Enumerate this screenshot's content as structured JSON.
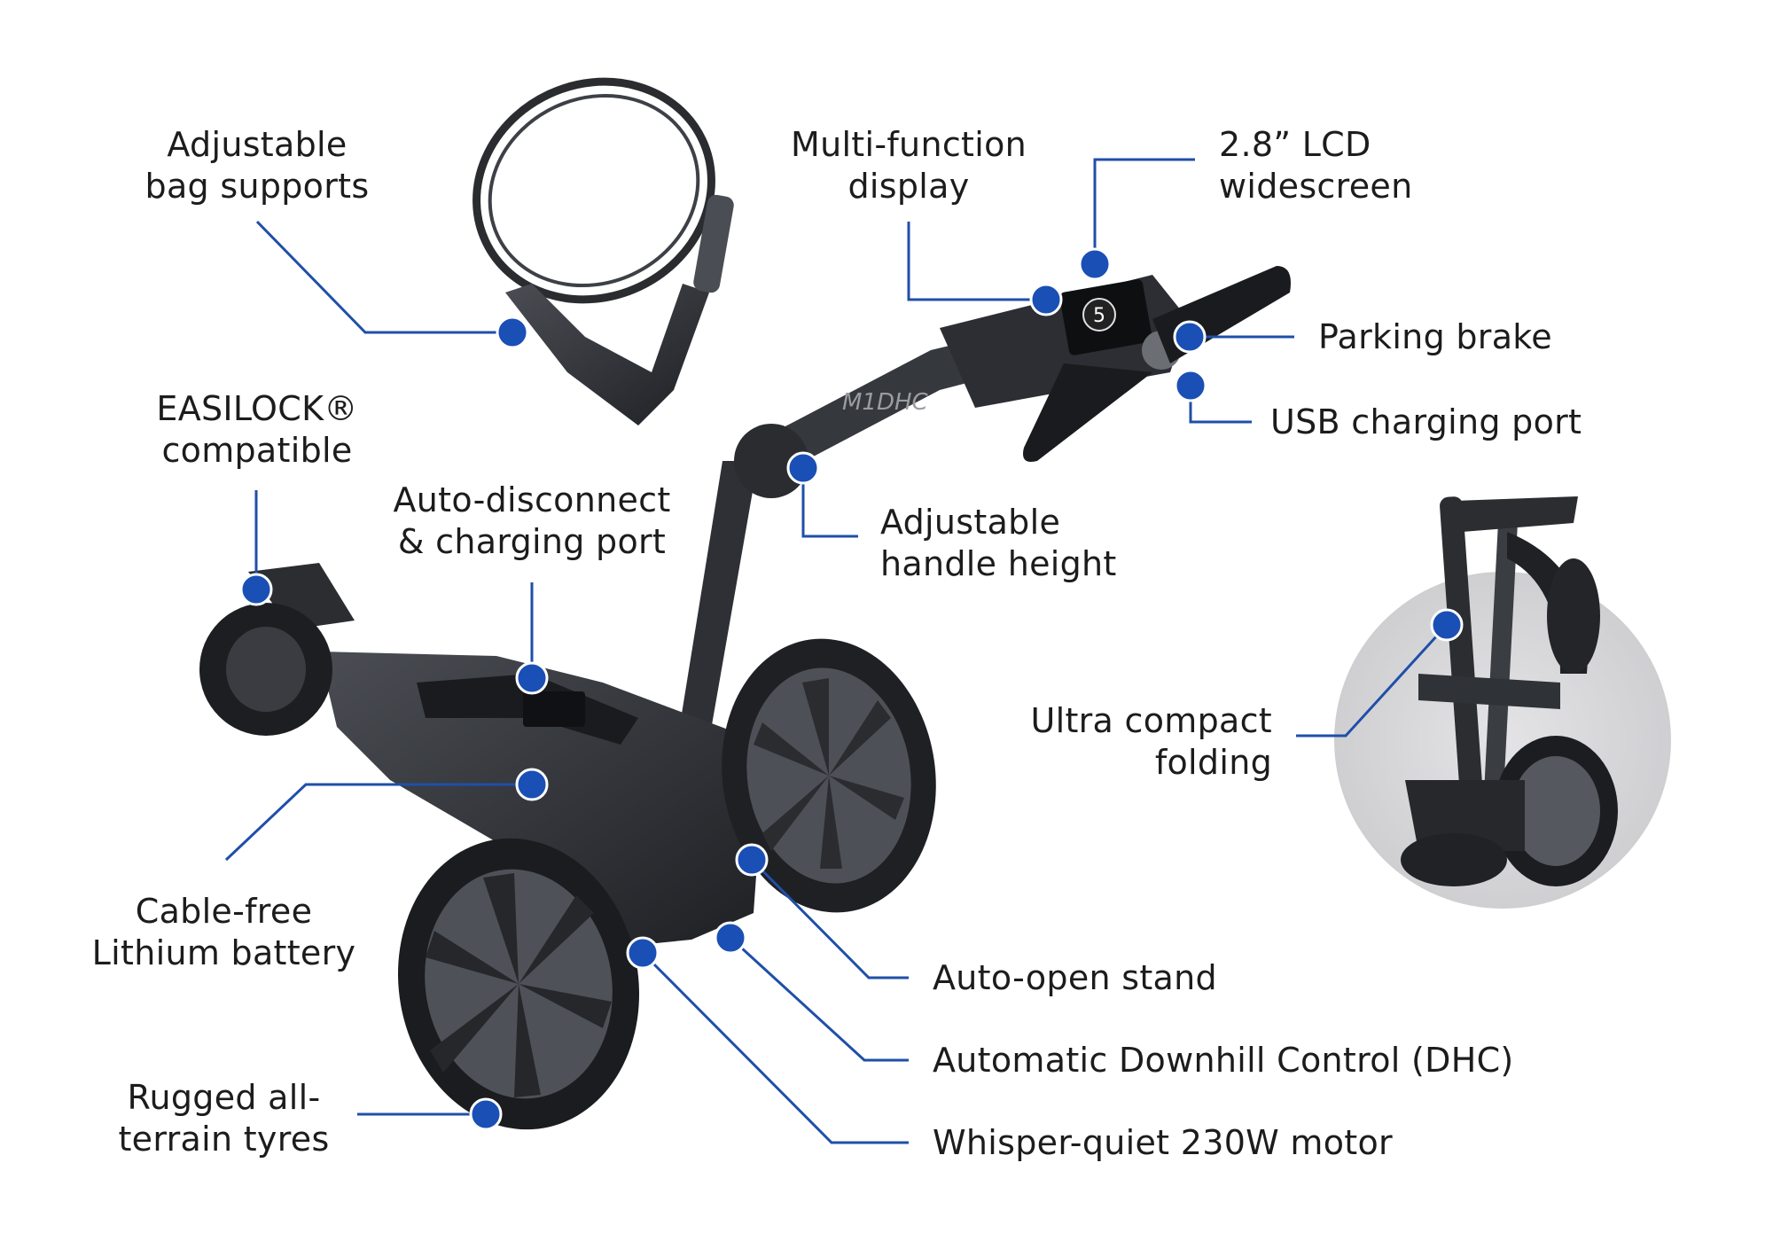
{
  "colors": {
    "callout": "#1f4fa8",
    "dot": "#1a4fb5",
    "product": "#2a2c30",
    "fold_circle": "#d9d9db"
  },
  "product": {
    "model_badge": "M1DHC",
    "display_number": "5"
  },
  "labels": {
    "bag_supports": [
      "Adjustable",
      "bag supports"
    ],
    "multi_display": [
      "Multi-function",
      "display"
    ],
    "lcd": [
      "2.8” LCD",
      "widescreen"
    ],
    "parking_brake": [
      "Parking brake"
    ],
    "usb_port": [
      "USB charging port"
    ],
    "easilock": [
      "EASILOCK®",
      "compatible"
    ],
    "auto_disconnect": [
      "Auto-disconnect",
      "& charging port"
    ],
    "handle_height": [
      "Adjustable",
      "handle height"
    ],
    "compact_folding": [
      "Ultra compact",
      "folding"
    ],
    "battery": [
      "Cable-free",
      "Lithium battery"
    ],
    "auto_stand": [
      "Auto-open stand"
    ],
    "dhc": [
      "Automatic Downhill Control (DHC)"
    ],
    "motor": [
      "Whisper-quiet 230W motor"
    ],
    "tyres": [
      "Rugged all-",
      "terrain tyres"
    ]
  }
}
